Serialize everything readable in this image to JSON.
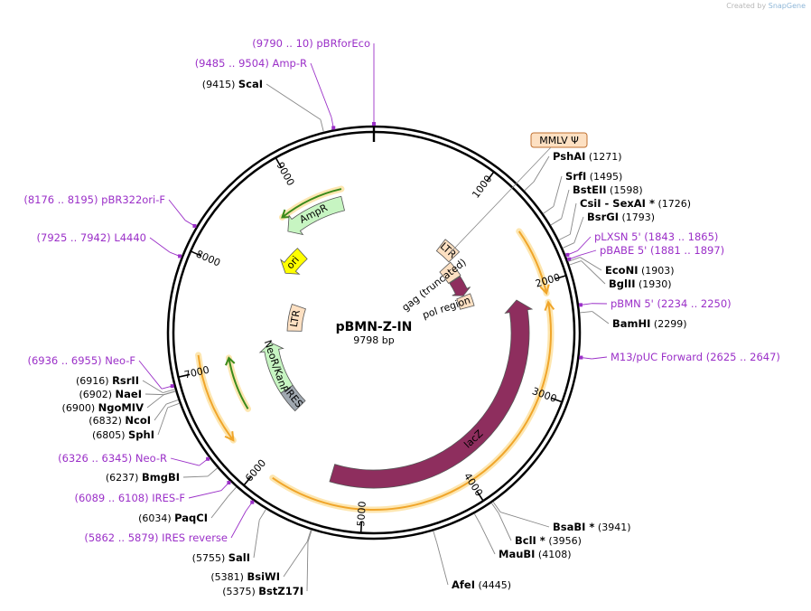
{
  "credit": {
    "prefix": "Created by",
    "brand": "SnapGene"
  },
  "plasmid": {
    "name": "pBMN-Z-IN",
    "length_label": "9798 bp",
    "length": 9798
  },
  "ticks": [
    1000,
    2000,
    3000,
    4000,
    5000,
    6000,
    7000,
    8000,
    9000
  ],
  "features": [
    {
      "name": "lacZ",
      "start": 2100,
      "end": 5350,
      "color": "#8e2e5e",
      "label_color": "#ffffff",
      "direction": "ccw"
    },
    {
      "name": "AmpR",
      "start": 8700,
      "end": 9430,
      "color": "#c7f5c2",
      "label_color": "#000000",
      "direction": "ccw"
    },
    {
      "name": "ori",
      "start": 8270,
      "end": 8650,
      "color": "#ffff00",
      "label_color": "#000000",
      "direction": "ccw"
    },
    {
      "name": "NeoR/KanR",
      "start": 6450,
      "end": 7200,
      "color": "#c7f5c2",
      "label_color": "#000000",
      "direction": "cw"
    },
    {
      "name": "IRES",
      "start": 6130,
      "end": 6450,
      "color": "#a0a8b0",
      "label_color": "#000000",
      "direction": "none"
    },
    {
      "name": "LTR",
      "start": 7380,
      "end": 7870,
      "color": "#fde0c2",
      "label_color": "#000000",
      "direction": "none"
    },
    {
      "name": "LTR",
      "start": 1020,
      "end": 1270,
      "color": "#fde0c2",
      "label_color": "#000000",
      "direction": "none"
    },
    {
      "name": "gag (truncated)",
      "start": 1290,
      "end": 1540,
      "color": "#fde0c2",
      "label_color": "#000000",
      "direction": "none"
    },
    {
      "name": "pol region",
      "start": 1850,
      "end": 2040,
      "color": "#fde0c2",
      "label_color": "#000000",
      "direction": "none"
    }
  ],
  "small_arrows": [
    {
      "start": 1550,
      "end": 1840,
      "color": "#8e2e5e"
    }
  ],
  "orfs": [
    {
      "start": 1500,
      "end": 2100,
      "direction": "cw",
      "ring": "outer"
    },
    {
      "start": 2180,
      "end": 5850,
      "direction": "ccw",
      "ring": "outer"
    },
    {
      "start": 6330,
      "end": 7150,
      "direction": "ccw",
      "ring": "outer"
    },
    {
      "start": 6500,
      "end": 7080,
      "direction": "cw",
      "ring": "inner"
    },
    {
      "start": 8750,
      "end": 9450,
      "direction": "ccw",
      "ring": "inner"
    }
  ],
  "packaging_label": {
    "name": "MMLV Ψ"
  },
  "sites": [
    {
      "name": "PshAI",
      "pos_label": "(1271)",
      "position": 1271,
      "type": "enzyme",
      "side": "right"
    },
    {
      "name": "SrfI",
      "pos_label": "(1495)",
      "position": 1495,
      "type": "enzyme",
      "side": "right"
    },
    {
      "name": "BstEII",
      "pos_label": "(1598)",
      "position": 1598,
      "type": "enzyme",
      "side": "right"
    },
    {
      "name": "CsiI  - SexAI *",
      "pos_label": "(1726)",
      "position": 1726,
      "type": "enzyme",
      "side": "right"
    },
    {
      "name": "BsrGI",
      "pos_label": "(1793)",
      "position": 1793,
      "type": "enzyme",
      "side": "right"
    },
    {
      "name": "pLXSN 5'",
      "pos_label": "(1843 .. 1865)",
      "position": 1854,
      "type": "primer",
      "side": "right"
    },
    {
      "name": "pBABE 5'",
      "pos_label": "(1881 .. 1897)",
      "position": 1889,
      "type": "primer",
      "side": "right"
    },
    {
      "name": "EcoNI",
      "pos_label": "(1903)",
      "position": 1903,
      "type": "enzyme",
      "side": "right"
    },
    {
      "name": "BglII",
      "pos_label": "(1930)",
      "position": 1930,
      "type": "enzyme",
      "side": "right"
    },
    {
      "name": "pBMN 5'",
      "pos_label": "(2234 .. 2250)",
      "position": 2242,
      "type": "primer",
      "side": "right"
    },
    {
      "name": "BamHI",
      "pos_label": "(2299)",
      "position": 2299,
      "type": "enzyme",
      "side": "right"
    },
    {
      "name": "M13/pUC Forward",
      "pos_label": "(2625 .. 2647)",
      "position": 2636,
      "type": "primer",
      "side": "right"
    },
    {
      "name": "BsaBI *",
      "pos_label": "(3941)",
      "position": 3941,
      "type": "enzyme",
      "side": "right"
    },
    {
      "name": "BclI *",
      "pos_label": "(3956)",
      "position": 3956,
      "type": "enzyme",
      "side": "right"
    },
    {
      "name": "MauBI",
      "pos_label": "(4108)",
      "position": 4108,
      "type": "enzyme",
      "side": "right"
    },
    {
      "name": "AfeI",
      "pos_label": "(4445)",
      "position": 4445,
      "type": "enzyme",
      "side": "right"
    },
    {
      "name": "BstZ17I",
      "pos_label": "(5375)",
      "position": 5375,
      "type": "enzyme",
      "side": "left"
    },
    {
      "name": "BsiWI",
      "pos_label": "(5381)",
      "position": 5381,
      "type": "enzyme",
      "side": "left"
    },
    {
      "name": "SalI",
      "pos_label": "(5755)",
      "position": 5755,
      "type": "enzyme",
      "side": "left"
    },
    {
      "name": "IRES reverse",
      "pos_label": "(5862 .. 5879)",
      "position": 5870,
      "type": "primer",
      "side": "left"
    },
    {
      "name": "PaqCI",
      "pos_label": "(6034)",
      "position": 6034,
      "type": "enzyme",
      "side": "left"
    },
    {
      "name": "IRES-F",
      "pos_label": "(6089 .. 6108)",
      "position": 6098,
      "type": "primer",
      "side": "left"
    },
    {
      "name": "BmgBI",
      "pos_label": "(6237)",
      "position": 6237,
      "type": "enzyme",
      "side": "left"
    },
    {
      "name": "Neo-R",
      "pos_label": "(6326 .. 6345)",
      "position": 6335,
      "type": "primer",
      "side": "left"
    },
    {
      "name": "SphI",
      "pos_label": "(6805)",
      "position": 6805,
      "type": "enzyme",
      "side": "left"
    },
    {
      "name": "NcoI",
      "pos_label": "(6832)",
      "position": 6832,
      "type": "enzyme",
      "side": "left"
    },
    {
      "name": "NgoMIV",
      "pos_label": "(6900)",
      "position": 6900,
      "type": "enzyme",
      "side": "left"
    },
    {
      "name": "NaeI",
      "pos_label": "(6902)",
      "position": 6902,
      "type": "enzyme",
      "side": "left"
    },
    {
      "name": "RsrII",
      "pos_label": "(6916)",
      "position": 6916,
      "type": "enzyme",
      "side": "left"
    },
    {
      "name": "Neo-F",
      "pos_label": "(6936 .. 6955)",
      "position": 6945,
      "type": "primer",
      "side": "left"
    },
    {
      "name": "L4440",
      "pos_label": "(7925 .. 7942)",
      "position": 7933,
      "type": "primer",
      "side": "left"
    },
    {
      "name": "pBR322ori-F",
      "pos_label": "(8176 .. 8195)",
      "position": 8185,
      "type": "primer",
      "side": "left"
    },
    {
      "name": "ScaI",
      "pos_label": "(9415)",
      "position": 9415,
      "type": "enzyme",
      "side": "left"
    },
    {
      "name": "Amp-R",
      "pos_label": "(9485 .. 9504)",
      "position": 9494,
      "type": "primer",
      "side": "left"
    },
    {
      "name": "pBRforEco",
      "pos_label": "(9790 .. 10)",
      "position": 9798,
      "type": "primer",
      "side": "left"
    }
  ],
  "colors": {
    "backbone": "#000000",
    "primer": "#9b30c8",
    "orf": "#f0a52a",
    "orf_glow": "#fde6b0",
    "orf_inner": "#3a8a1a",
    "leader": "#888888"
  }
}
